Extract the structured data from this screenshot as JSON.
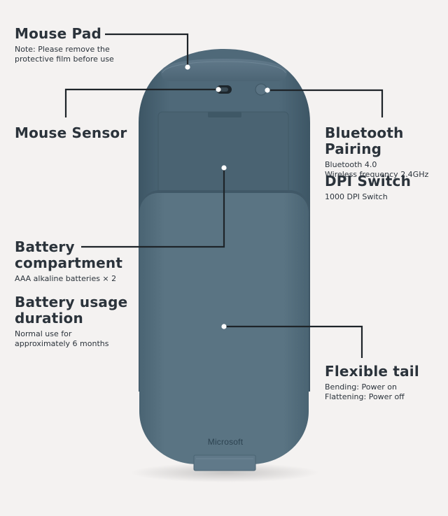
{
  "callouts": {
    "mouse_pad": {
      "title": "Mouse Pad",
      "desc": "Note:  Please remove the\nprotective film before use"
    },
    "mouse_sensor": {
      "title": "Mouse Sensor"
    },
    "bluetooth_pairing": {
      "title": "Bluetooth Pairing",
      "desc": "Bluetooth 4.0\nWireless frequency 2.4GHz"
    },
    "dpi_switch": {
      "title": "DPI Switch",
      "desc": "1000 DPI Switch"
    },
    "battery_compartment": {
      "title": "Battery\ncompartment",
      "desc": "AAA alkaline batteries × 2"
    },
    "battery_usage": {
      "title": "Battery usage\nduration",
      "desc": "Normal use for\napproximately 6 months"
    },
    "flexible_tail": {
      "title": "Flexible tail",
      "desc": "Bending: Power on\nFlattening: Power off"
    }
  },
  "device": {
    "brand": "Microsoft",
    "body_color": "#4e6878",
    "tail_color": "#56707f",
    "shadow_color": "#3f5866"
  },
  "background_color": "#f4f2f1",
  "line_color": "#1e2429"
}
